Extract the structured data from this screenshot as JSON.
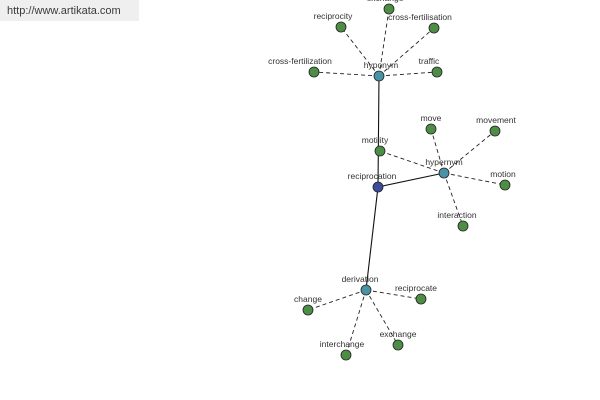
{
  "banner": {
    "url": "http://www.artikata.com"
  },
  "colors": {
    "central": "#3a4c9a",
    "hub": "#4a93a6",
    "leaf": "#4e8d45",
    "edge": "#222222"
  },
  "nodes": [
    {
      "id": "reciprocation",
      "label": "reciprocation",
      "type": "central"
    },
    {
      "id": "hyponym",
      "label": "hyponym",
      "type": "hub"
    },
    {
      "id": "hypernym",
      "label": "hypernym",
      "type": "hub"
    },
    {
      "id": "derivation",
      "label": "derivation",
      "type": "hub"
    },
    {
      "id": "exchange-top",
      "label": "exchange",
      "type": "leaf"
    },
    {
      "id": "reciprocity",
      "label": "reciprocity",
      "type": "leaf"
    },
    {
      "id": "cross-fertilisation",
      "label": "cross-fertilisation",
      "type": "leaf"
    },
    {
      "id": "cross-fertilization",
      "label": "cross-fertilization",
      "type": "leaf"
    },
    {
      "id": "traffic",
      "label": "traffic",
      "type": "leaf"
    },
    {
      "id": "motility",
      "label": "motility",
      "type": "leaf"
    },
    {
      "id": "move",
      "label": "move",
      "type": "leaf"
    },
    {
      "id": "movement",
      "label": "movement",
      "type": "leaf"
    },
    {
      "id": "motion",
      "label": "motion",
      "type": "leaf"
    },
    {
      "id": "interaction",
      "label": "interaction",
      "type": "leaf"
    },
    {
      "id": "change",
      "label": "change",
      "type": "leaf"
    },
    {
      "id": "reciprocate",
      "label": "reciprocate",
      "type": "leaf"
    },
    {
      "id": "interchange",
      "label": "interchange",
      "type": "leaf"
    },
    {
      "id": "exchange",
      "label": "exchange",
      "type": "leaf"
    }
  ],
  "edges": [
    {
      "from": "reciprocation",
      "to": "hyponym",
      "style": "solid"
    },
    {
      "from": "reciprocation",
      "to": "hypernym",
      "style": "solid"
    },
    {
      "from": "reciprocation",
      "to": "derivation",
      "style": "solid"
    },
    {
      "from": "hyponym",
      "to": "exchange-top",
      "style": "dashed"
    },
    {
      "from": "hyponym",
      "to": "reciprocity",
      "style": "dashed"
    },
    {
      "from": "hyponym",
      "to": "cross-fertilisation",
      "style": "dashed"
    },
    {
      "from": "hyponym",
      "to": "cross-fertilization",
      "style": "dashed"
    },
    {
      "from": "hyponym",
      "to": "traffic",
      "style": "dashed"
    },
    {
      "from": "hypernym",
      "to": "motility",
      "style": "dashed"
    },
    {
      "from": "hypernym",
      "to": "move",
      "style": "dashed"
    },
    {
      "from": "hypernym",
      "to": "movement",
      "style": "dashed"
    },
    {
      "from": "hypernym",
      "to": "motion",
      "style": "dashed"
    },
    {
      "from": "hypernym",
      "to": "interaction",
      "style": "dashed"
    },
    {
      "from": "derivation",
      "to": "change",
      "style": "dashed"
    },
    {
      "from": "derivation",
      "to": "reciprocate",
      "style": "dashed"
    },
    {
      "from": "derivation",
      "to": "interchange",
      "style": "dashed"
    },
    {
      "from": "derivation",
      "to": "exchange",
      "style": "dashed"
    }
  ]
}
